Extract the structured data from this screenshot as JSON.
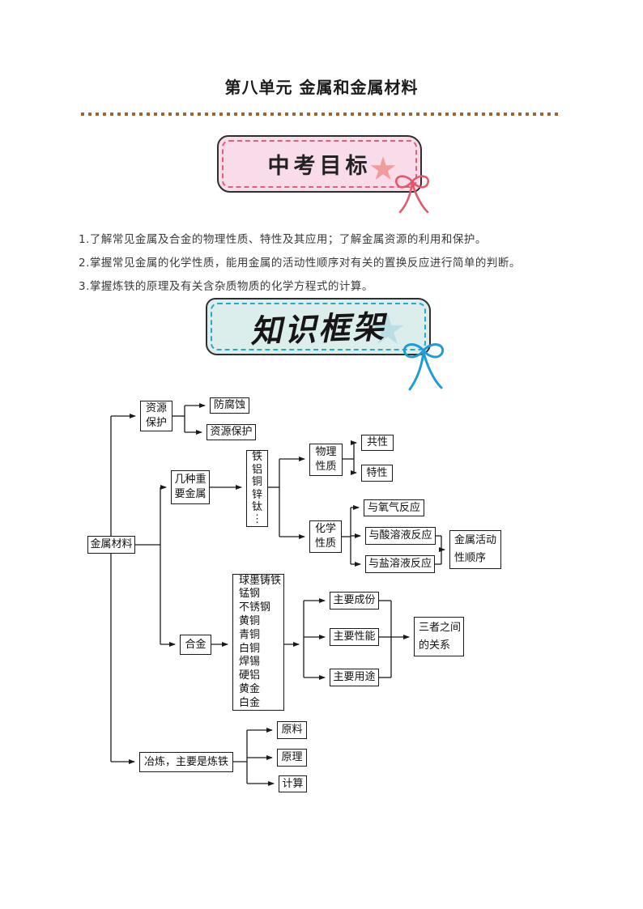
{
  "title": "第八单元 金属和金属材料",
  "goals": {
    "badge_label": "中考目标",
    "items": [
      "1.了解常见金属及合金的物理性质、特性及其应用；了解金属资源的利用和保护。",
      "2.掌握常见金属的化学性质，能用金属的活动性顺序对有关的置换反应进行简单的判断。",
      "3.掌握炼铁的原理及有关含杂质物质的化学方程式的计算。"
    ]
  },
  "framework": {
    "badge_label": "知识框架"
  },
  "icons": {
    "star": "★",
    "bow": "ribbon-bow"
  },
  "colors": {
    "pink_badge_bg": "#F9DCE9",
    "pink_badge_dash": "#E0607C",
    "pink_star": "#F19C9C",
    "pink_bow": "#E8566B",
    "blue_badge_bg": "#DCEEEC",
    "blue_badge_dash": "#28A7C9",
    "blue_star": "#BBDDE4",
    "blue_bow": "#1F9CD8",
    "separator_dot": "#A5622B",
    "diagram_line": "#1A1A1A"
  },
  "flowchart": {
    "nodes": {
      "root": "金属材料",
      "resource_protection_branch": "资源\n保护",
      "anticorrosion": "防腐蚀",
      "resource_protection": "资源保护",
      "important_metals": "几种重\n要金属",
      "metal_examples": "铁\n铝\n铜\n锌\n钛\n⋮",
      "physical_properties": "物理\n性质",
      "common_properties": "共性",
      "special_properties": "特性",
      "chemical_properties": "化学\n性质",
      "react_oxygen": "与氧气反应",
      "react_acid": "与酸溶液反应",
      "react_salt": "与盐溶液反应",
      "activity_series": "金属活动\n性顺序",
      "alloy": "合金",
      "alloy_examples": "球墨铸铁\n锰钢\n不锈钢\n黄铜\n青铜\n白铜\n焊锡\n硬铝\n黄金\n白金",
      "main_composition": "主要成份",
      "main_performance": "主要性能",
      "main_usage": "主要用途",
      "relation_of_three": "三者之间\n的关系",
      "smelting": "冶炼，主要是炼铁",
      "raw_material": "原料",
      "principle": "原理",
      "calculation": "计算"
    }
  }
}
